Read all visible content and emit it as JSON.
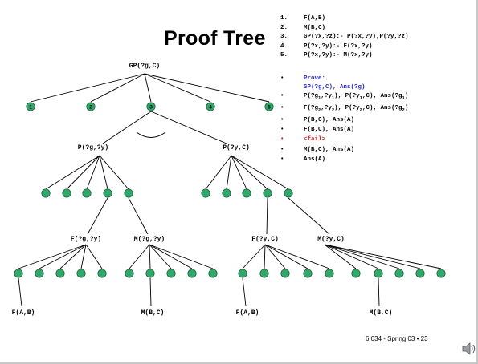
{
  "slide": {
    "title": "Proof Tree",
    "footer": "6.034 - Spring 03 • 23"
  },
  "rules": [
    {
      "num": "1.",
      "text": "F(A,B)"
    },
    {
      "num": "2.",
      "text": "M(B,C)"
    },
    {
      "num": "3.",
      "text": "GP(?x,?z):- P(?x,?y),P(?y,?z)"
    },
    {
      "num": "4.",
      "text": "P(?x,?y):- F(?x,?y)"
    },
    {
      "num": "5.",
      "text": "P(?x,?y):- M(?x,?y)"
    }
  ],
  "steps": {
    "prove_label": "Prove:",
    "prove_goal": "GP(?g,C), Ans(?g)",
    "items": [
      {
        "bullet": "•",
        "text": "P(?g1,?y1), P(?y1,C), Ans(?g1)",
        "color": "black"
      },
      {
        "bullet": "•",
        "text": "F(?g2,?y2), P(?y2,C), Ans(?g2)",
        "color": "black"
      },
      {
        "bullet": "•",
        "text": "P(B,C), Ans(A)",
        "color": "black"
      },
      {
        "bullet": "•",
        "text": "F(B,C), Ans(A)",
        "color": "black"
      },
      {
        "bullet": "•",
        "text": "<fail>",
        "color": "red"
      },
      {
        "bullet": "•",
        "text": "M(B,C), Ans(A)",
        "color": "black"
      },
      {
        "bullet": "•",
        "text": "Ans(A)",
        "color": "black"
      }
    ]
  },
  "tree": {
    "root": "GP(?g,C)",
    "rule_nodes": [
      "1",
      "2",
      "3",
      "4",
      "5"
    ],
    "level2": [
      "P(?g,?y)",
      "P(?y,C)"
    ],
    "level3": [
      "F(?g,?y)",
      "M(?g,?y)",
      "F(?y,C)",
      "M(?y,C)"
    ],
    "leaves": [
      "F(A,B)",
      "M(B,C)",
      "F(A,B)",
      "M(B,C)"
    ]
  },
  "colors": {
    "node_fill": "#2fa86a",
    "node_stroke": "#1a5a36",
    "line": "#000000",
    "prove_blue": "#2b2bd6",
    "fail_red": "#d62020"
  },
  "icons": {
    "speaker": "speaker-icon"
  }
}
